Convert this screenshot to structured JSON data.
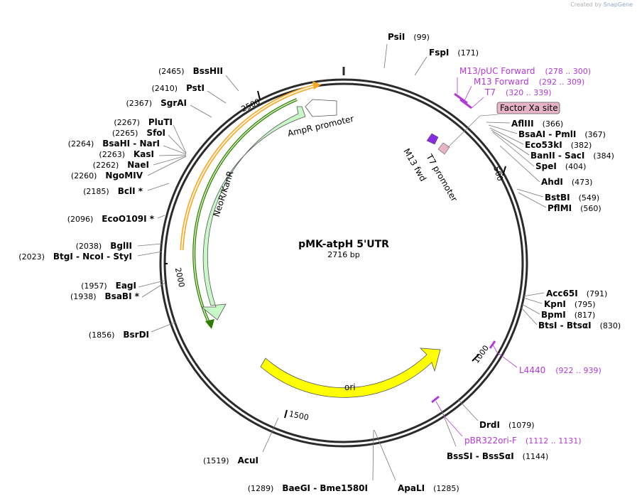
{
  "credit": {
    "prefix": "Created by",
    "brand": "SnapGene"
  },
  "plasmid": {
    "name": "pMK-atpH 5'UTR",
    "length": "2716 bp"
  },
  "ticks": [
    "500",
    "1000",
    "1500",
    "2000",
    "2500"
  ],
  "features": {
    "ori": "ori",
    "neo": "NeoR/KanR",
    "ampr": "AmpR promoter",
    "t7prom": "T7 promoter",
    "m13fwd": "M13 fwd",
    "factor_xa": "Factor Xa site"
  },
  "right_sites": [
    {
      "name": "PsiI",
      "pos": "(99)"
    },
    {
      "name": "FspI",
      "pos": "(171)"
    },
    {
      "name": "AflIII",
      "pos": "(366)"
    },
    {
      "name": "BsaAI - PmlI",
      "pos": "(367)"
    },
    {
      "name": "Eco53kI",
      "pos": "(382)"
    },
    {
      "name": "BanII - SacI",
      "pos": "(384)"
    },
    {
      "name": "SpeI",
      "pos": "(404)"
    },
    {
      "name": "AhdI",
      "pos": "(473)"
    },
    {
      "name": "BstBI",
      "pos": "(549)"
    },
    {
      "name": "PflMI",
      "pos": "(560)"
    },
    {
      "name": "Acc65I",
      "pos": "(791)"
    },
    {
      "name": "KpnI",
      "pos": "(795)"
    },
    {
      "name": "BpmI",
      "pos": "(817)"
    },
    {
      "name": "BtsI - BtsαI",
      "pos": "(830)"
    },
    {
      "name": "DrdI",
      "pos": "(1079)"
    },
    {
      "name": "BssSI - BssSαI",
      "pos": "(1144)"
    },
    {
      "name": "ApaLI",
      "pos": "(1285)"
    }
  ],
  "left_sites": [
    {
      "name": "BssHII",
      "pos": "(2465)"
    },
    {
      "name": "PstI",
      "pos": "(2410)"
    },
    {
      "name": "SgrAI",
      "pos": "(2367)"
    },
    {
      "name": "PluTI",
      "pos": "(2267)"
    },
    {
      "name": "SfoI",
      "pos": "(2265)"
    },
    {
      "name": "BsaHI - NarI",
      "pos": "(2264)"
    },
    {
      "name": "KasI",
      "pos": "(2263)"
    },
    {
      "name": "NaeI",
      "pos": "(2262)"
    },
    {
      "name": "NgoMIV",
      "pos": "(2260)"
    },
    {
      "name": "BclI *",
      "pos": "(2185)"
    },
    {
      "name": "EcoO109I *",
      "pos": "(2096)"
    },
    {
      "name": "BglII",
      "pos": "(2038)"
    },
    {
      "name": "BtgI - NcoI - StyI",
      "pos": "(2023)"
    },
    {
      "name": "EagI",
      "pos": "(1957)"
    },
    {
      "name": "BsaBI *",
      "pos": "(1938)"
    },
    {
      "name": "BsrDI",
      "pos": "(1856)"
    },
    {
      "name": "AcuI",
      "pos": "(1519)"
    },
    {
      "name": "BaeGI - Bme1580I",
      "pos": "(1289)"
    }
  ],
  "primers": [
    {
      "name": "M13/pUC Forward",
      "pos": "(278 .. 300)"
    },
    {
      "name": "M13 Forward",
      "pos": "(292 .. 309)"
    },
    {
      "name": "T7",
      "pos": "(320 .. 339)"
    },
    {
      "name": "L4440",
      "pos": "(922 .. 939)"
    },
    {
      "name": "pBR322ori-F",
      "pos": "(1112 .. 1131)"
    }
  ],
  "colors": {
    "backbone": "#2b2b2b",
    "ori": "#ffff00",
    "neo": "#c8f7c8",
    "neo_line": "#2e7d00",
    "orange_line": "#f5a623",
    "primer": "#b23ad6",
    "t7": "#e8b4c8",
    "m13": "#8a2be2"
  }
}
